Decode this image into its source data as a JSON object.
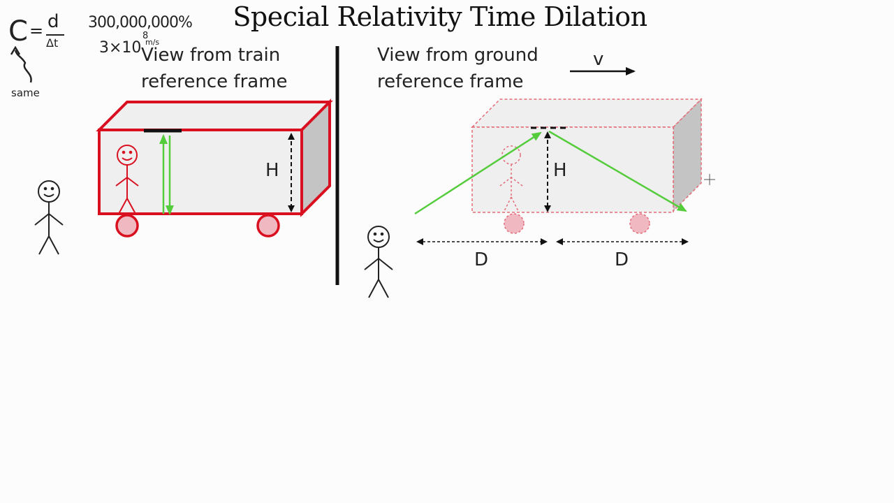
{
  "title": "Special Relativity Time Dilation",
  "left_panel": {
    "heading_line1": "View from train",
    "heading_line2": "reference frame",
    "height_label": "H"
  },
  "right_panel": {
    "heading_line1": "View from ground",
    "heading_line2": "reference frame",
    "velocity_label": "v",
    "height_label": "H",
    "distance_label_left": "D",
    "distance_label_right": "D"
  },
  "handwriting": {
    "formula_c": "C",
    "formula_equals": "=",
    "formula_numerator": "d",
    "formula_denominator": "Δt",
    "speed_value": "300,000,000%",
    "scientific_base": "3×10",
    "scientific_exponent": "8",
    "scientific_unit": "m/s",
    "note": "same"
  },
  "colors": {
    "train_red": "#d9101f",
    "train_fill": "#efefef",
    "train_side": "#c4c4c4",
    "light_green": "#55cc3c",
    "ghost_red": "#e36b77",
    "wheel_ghost": "#f0b8c0"
  }
}
